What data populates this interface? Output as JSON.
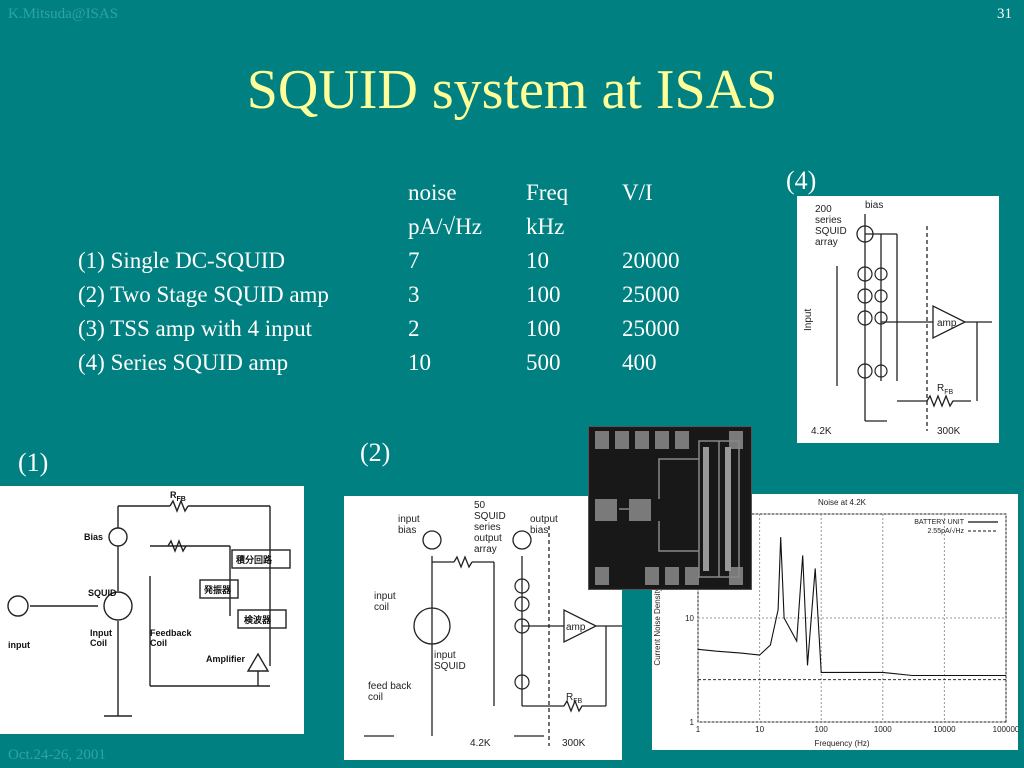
{
  "header": {
    "author": "K.Mitsuda@ISAS",
    "page_number": "31"
  },
  "title": "SQUID system at ISAS",
  "table": {
    "header_row1": [
      "",
      "noise",
      "Freq",
      "V/I"
    ],
    "header_row2": [
      "",
      "pA/√Hz",
      "kHz",
      ""
    ],
    "rows": [
      [
        "(1) Single DC-SQUID",
        "7",
        "10",
        "20000"
      ],
      [
        "(2) Two Stage SQUID amp",
        "3",
        "100",
        "25000"
      ],
      [
        "(3) TSS amp with 4 input",
        "2",
        "100",
        "25000"
      ],
      [
        "(4) Series SQUID amp",
        "10",
        "500",
        "400"
      ]
    ]
  },
  "figure_labels": {
    "fig1": "(1)",
    "fig2": "(2)",
    "fig4": "(4)"
  },
  "fig1": {
    "bias": "Bias",
    "rfb": "R",
    "rfb_sub": "FB",
    "squid": "SQUID",
    "input": "input",
    "input_coil": "Input\nCoil",
    "feedback_coil": "Feedback\nCoil",
    "integrator": "積分回路",
    "oscillator": "発振器",
    "detector": "検波器",
    "amplifier": "Amplifier"
  },
  "fig2": {
    "input_bias": "input\nbias",
    "series_label": "50\nSQUID\nseries\noutput\narray",
    "output_bias": "output\nbias",
    "input_coil": "input\ncoil",
    "amp": "amp",
    "input_squid": "input\nSQUID",
    "feedback_coil": "feed back\ncoil",
    "rfb": "R",
    "rfb_sub": "FB",
    "temp_cold": "4.2K",
    "temp_warm": "300K"
  },
  "fig4": {
    "bias": "bias",
    "array_label": "200\nseries\nSQUID\narray",
    "input": "Input",
    "amp": "amp",
    "rfb": "R",
    "rfb_sub": "FB",
    "temp_cold": "4.2K",
    "temp_warm": "300K"
  },
  "noise_plot": {
    "title": "Noise at 4.2K",
    "xlabel": "Frequency (Hz)",
    "ylabel": "Current Noise Density (",
    "legend": [
      "BATTERY UNIT",
      "2.55pA/√Hz"
    ],
    "x_ticks": [
      "1",
      "10",
      "100",
      "1000",
      "10000",
      "100000"
    ],
    "y_ticks": [
      "10",
      "1"
    ]
  },
  "chart_data": {
    "type": "line",
    "title": "Noise at 4.2K",
    "xlabel": "Frequency (Hz)",
    "ylabel": "Current Noise Density (",
    "x_scale": "log",
    "y_scale": "log",
    "xlim": [
      1,
      100000
    ],
    "ylim": [
      1,
      100
    ],
    "legend_position": "top-right",
    "grid": true,
    "series": [
      {
        "name": "BATTERY UNIT",
        "x": [
          1,
          2,
          5,
          10,
          15,
          20,
          22,
          25,
          40,
          50,
          60,
          80,
          100,
          300,
          1000,
          3000,
          10000,
          30000,
          100000
        ],
        "y": [
          5,
          4.8,
          4.6,
          4.4,
          5.5,
          12,
          60,
          10,
          6,
          40,
          3.5,
          30,
          3,
          3,
          3,
          2.8,
          2.8,
          2.8,
          2.8
        ]
      },
      {
        "name": "2.55pA/√Hz",
        "x": [
          1,
          100000
        ],
        "y": [
          2.55,
          2.55
        ]
      }
    ]
  },
  "colors": {
    "background": "#008080",
    "title": "#ffff99",
    "text": "#ffffff"
  },
  "footer": {
    "date": "Oct.24-26, 2001"
  }
}
